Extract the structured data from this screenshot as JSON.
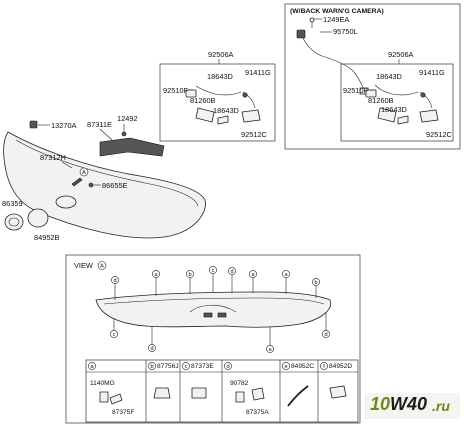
{
  "header_box": {
    "title": "(W/BACK WARN'G CAMERA)"
  },
  "view": {
    "label": "VIEW",
    "marker": "A"
  },
  "labels": {
    "p92506A_left": "92506A",
    "p92506A_right": "92506A",
    "p1249EA": "1249EA",
    "p95750L": "95750L",
    "p18643D_l1": "18643D",
    "p91411G_l": "91411G",
    "p92510F_l": "92510F",
    "p81260B_l": "81260B",
    "p18643D_l2": "18643D",
    "p92512C_l": "92512C",
    "p18643D_r1": "18643D",
    "p91411G_r": "91411G",
    "p92510F_r": "92510F",
    "p81260B_r": "81260B",
    "p18643D_r2": "18643D",
    "p92512C_r": "92512C",
    "p13270A": "13270A",
    "p87311E": "87311E",
    "p12492": "12492",
    "p87312H": "87312H",
    "p86655E": "86655E",
    "p86359": "86359",
    "p84952B": "84952B",
    "callout_a": "A"
  },
  "table": {
    "cells": [
      {
        "letter": "a",
        "parts": [
          "1140MG",
          "87375F"
        ]
      },
      {
        "letter": "b",
        "parts": [
          "87756J"
        ]
      },
      {
        "letter": "c",
        "parts": [
          "87373E"
        ]
      },
      {
        "letter": "d",
        "parts": [
          "90782",
          "87375A"
        ]
      },
      {
        "letter": "e",
        "parts": [
          "84952C"
        ]
      },
      {
        "letter": "f",
        "parts": [
          "84952D"
        ]
      }
    ]
  },
  "view_callouts": [
    "d",
    "a",
    "b",
    "c",
    "d",
    "a",
    "a",
    "b",
    "c",
    "d",
    "a",
    "d"
  ],
  "watermark": {
    "part1": "10",
    "part2": "W40",
    "part3": ".ru"
  }
}
